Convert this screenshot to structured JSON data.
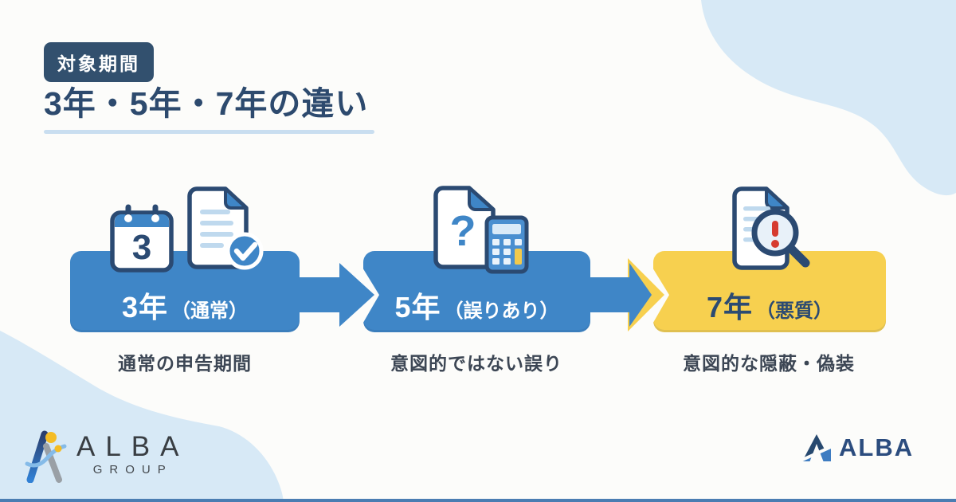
{
  "header": {
    "badge": "対象期間",
    "title": "3年・5年・7年の違い"
  },
  "flow": {
    "steps": [
      {
        "term": "3年",
        "qualifier": "（通常）",
        "caption": "通常の申告期間",
        "color": "#3F86C7",
        "icons": [
          "calendar-day-3-icon",
          "document-check-icon"
        ],
        "calendar_day": "3"
      },
      {
        "term": "5年",
        "qualifier": "（誤りあり）",
        "caption": "意図的ではない誤り",
        "color": "#3F86C7",
        "icons": [
          "document-question-icon",
          "calculator-icon"
        ],
        "question_glyph": "?"
      },
      {
        "term": "7年",
        "qualifier": "（悪質）",
        "caption": "意図的な隠蔽・偽装",
        "color": "#F7D04F",
        "icons": [
          "document-alert-magnifier-icon"
        ]
      }
    ]
  },
  "footer": {
    "left_logo": {
      "name": "ALBA",
      "sub": "GROUP"
    },
    "right_logo": {
      "name": "ALBA"
    }
  },
  "colors": {
    "primary_blue": "#3F86C7",
    "navy": "#2D4A6E",
    "badge_navy": "#32506E",
    "accent_yellow": "#F7D04F",
    "blob_light_blue": "#D7E9F6",
    "underline_blue": "#C9DEF0",
    "caption_gray": "#3C4654",
    "alert_red": "#D63B2F",
    "bottom_strip_blue": "#4A7DB2"
  }
}
